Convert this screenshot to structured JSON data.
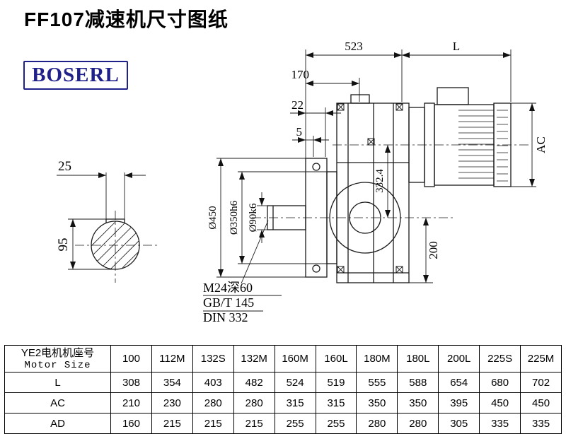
{
  "page": {
    "title": "FF107减速机尺寸图纸",
    "brand": "BOSERL"
  },
  "drawing": {
    "dim_523": "523",
    "dim_L": "L",
    "dim_170": "170",
    "dim_22": "22",
    "dim_5": "5",
    "dim_AC": "AC",
    "dia_450": "Ø450",
    "dia_350": "Ø350h6",
    "dia_90": "Ø90k6",
    "dim_332": "332.4",
    "dim_200": "200",
    "dim_25": "25",
    "dim_95": "95",
    "note_thread": "M24深60",
    "note_gb": "GB/T 145",
    "note_din": "DIN 332"
  },
  "table": {
    "row_header_cn": "YE2电机机座号",
    "row_header_en": "Motor Size",
    "columns": [
      "100",
      "112M",
      "132S",
      "132M",
      "160M",
      "160L",
      "180M",
      "180L",
      "200L",
      "225S",
      "225M"
    ],
    "rows": [
      {
        "label": "L",
        "values": [
          "308",
          "354",
          "403",
          "482",
          "524",
          "519",
          "555",
          "588",
          "654",
          "680",
          "702"
        ]
      },
      {
        "label": "AC",
        "values": [
          "210",
          "230",
          "280",
          "280",
          "315",
          "315",
          "350",
          "350",
          "395",
          "450",
          "450"
        ]
      },
      {
        "label": "AD",
        "values": [
          "160",
          "215",
          "215",
          "215",
          "255",
          "255",
          "280",
          "280",
          "305",
          "335",
          "335"
        ]
      }
    ]
  }
}
